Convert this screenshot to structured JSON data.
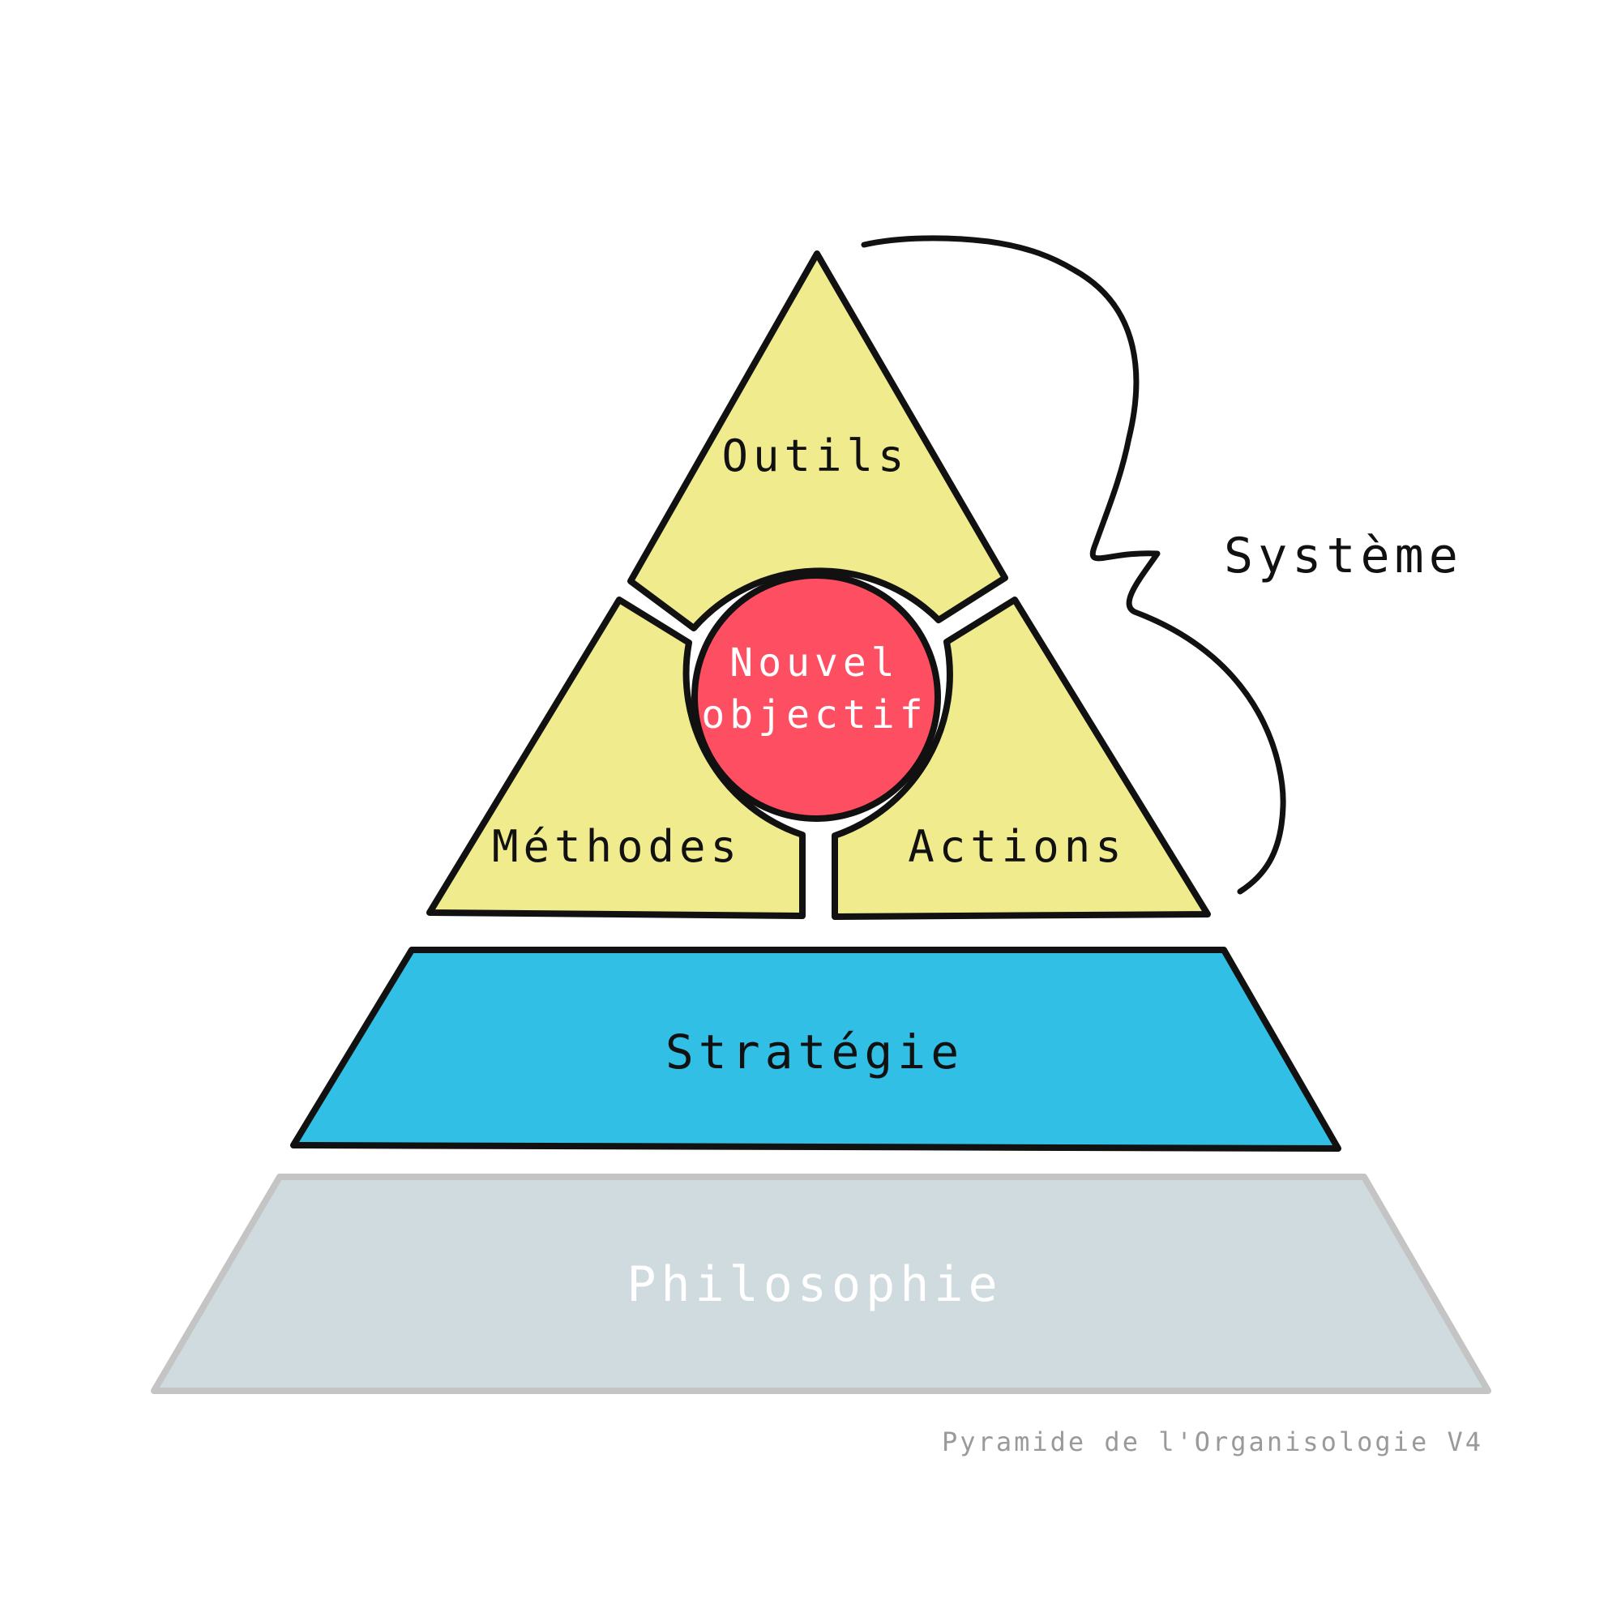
{
  "diagram": {
    "top_triangle": {
      "segments": [
        {
          "id": "outils",
          "label": "Outils"
        },
        {
          "id": "methodes",
          "label": "Méthodes"
        },
        {
          "id": "actions",
          "label": "Actions"
        }
      ],
      "center": {
        "line1": "Nouvel",
        "line2": "objectif"
      }
    },
    "layers": [
      {
        "id": "strategie",
        "label": "Stratégie"
      },
      {
        "id": "philosophie",
        "label": "Philosophie"
      }
    ],
    "brace_label": "Système",
    "caption": "Pyramide de l'Organisologie V4"
  },
  "colors": {
    "triangle_fill": "#f0ec8e",
    "center_fill": "#fe4e62",
    "strategie_fill": "#31bfe5",
    "philosophie_fill": "#cfdbde",
    "philosophie_stroke": "#c4c4c4",
    "outline": "#111111"
  }
}
